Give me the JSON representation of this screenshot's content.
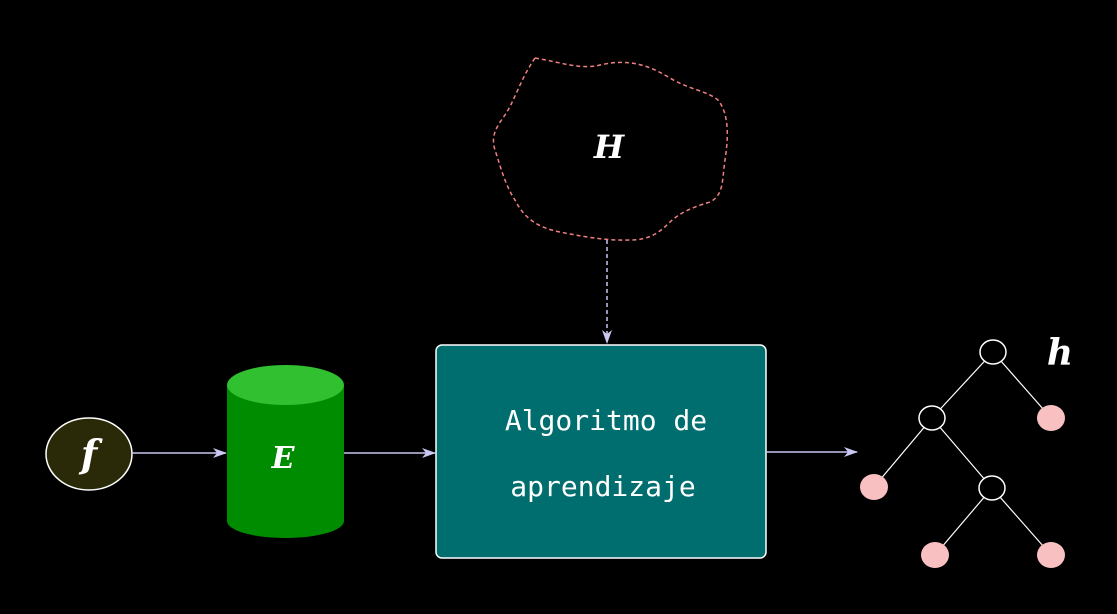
{
  "labels": {
    "f": "f",
    "E": "E",
    "H": "H",
    "h": "h",
    "algorithm_line1": "Algoritmo de",
    "algorithm_line2": "aprendizaje"
  },
  "colors": {
    "background": "#000000",
    "f_fill": "#2b2a08",
    "cylinder_body": "#008c00",
    "cylinder_top": "#30c030",
    "algorithm_box": "#006e6e",
    "arrow": "#c8c8f0",
    "cloud_stroke": "#f08080",
    "tree_leaf": "#f8c0c0",
    "tree_internal": "#000000",
    "text": "#ffffff"
  }
}
